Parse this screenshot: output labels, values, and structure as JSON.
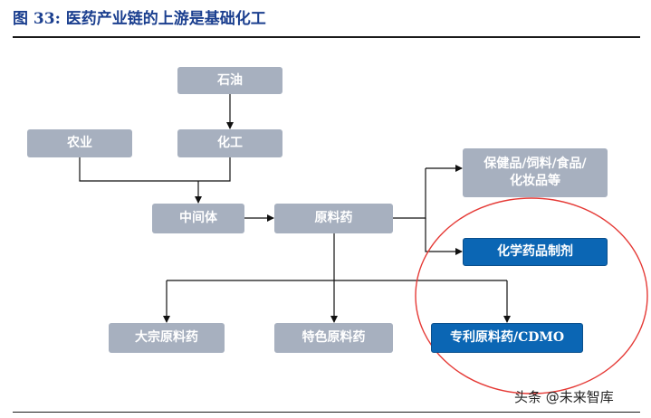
{
  "title": "图 33: 医药产业链的上游是基础化工",
  "nodes": {
    "petroleum": "石油",
    "chemical": "化工",
    "agriculture": "农业",
    "intermediate": "中间体",
    "api": "原料药",
    "health_products": "保健品/饲料/食品/化妆品等",
    "chemical_drugs": "化学药品制剂",
    "bulk_api": "大宗原料药",
    "specialty_api": "特色原料药",
    "patent_api": "专利原料药/CDMO"
  },
  "colors": {
    "grey_box": "#a7b0bf",
    "blue_box": "#0b66b4",
    "title": "#1b3f8f",
    "highlight_circle": "#e53935"
  },
  "watermark": "头条 @未来智库"
}
